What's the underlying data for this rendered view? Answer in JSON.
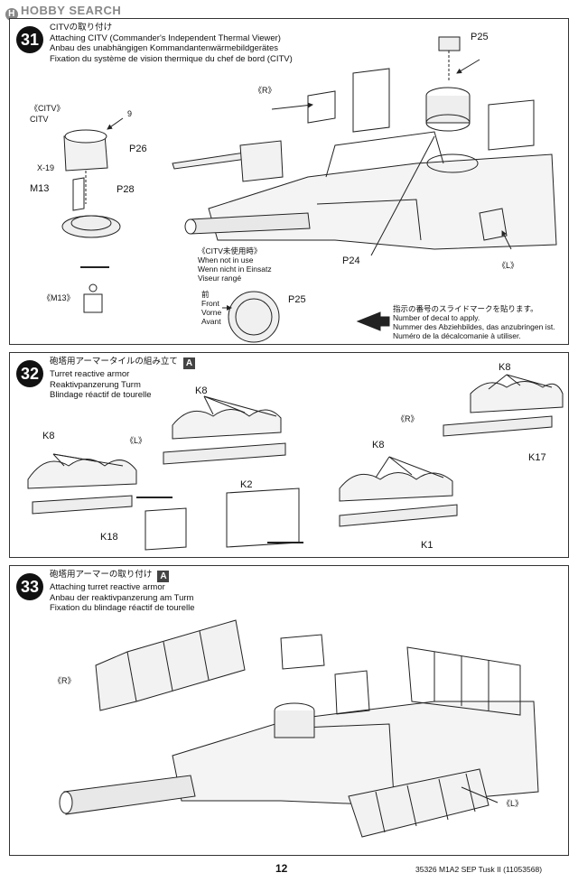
{
  "watermark": {
    "text": "HOBBY SEARCH"
  },
  "steps": [
    {
      "number": "31",
      "titles": [
        "CITVの取り付け",
        "Attaching CITV (Commander's Independent Thermal Viewer)",
        "Anbau des unabhängigen Kommandantenwärmebildgerätes",
        "Fixation du système de vision thermique du chef de bord (CITV)"
      ],
      "labels": {
        "citv_jp": "《CITV》",
        "citv": "CITV",
        "part_9": "9",
        "x19": "X-19",
        "p26": "P26",
        "m13": "M13",
        "p28": "P28",
        "p25_top": "P25",
        "r": "《R》",
        "l": "《L》",
        "p24": "P24",
        "m13_alt": "《M13》",
        "p25_bottom": "P25"
      },
      "not_in_use": [
        "《CITV未使用時》",
        "When not in use",
        "Wenn nicht in Einsatz",
        "Viseur rangé"
      ],
      "front": [
        "前",
        "Front",
        "Vorne",
        "Avant"
      ],
      "decal_note": [
        "指示の番号のスライドマークを貼ります。",
        "Number of decal to apply.",
        "Nummer des Abziehbildes, das anzubringen ist.",
        "Numéro de la décalcomanie à utiliser."
      ]
    },
    {
      "number": "32",
      "titles": [
        "砲塔用アーマータイルの組み立て",
        "Turret reactive armor",
        "Reaktivpanzerung Turm",
        "Blindage réactif de tourelle"
      ],
      "badge": "A",
      "labels": {
        "k8_left": "K8",
        "l": "《L》",
        "k18": "K18",
        "k8_mid": "K8",
        "k2": "K2",
        "r": "《R》",
        "k8_right": "K8",
        "k17": "K17",
        "k8_low": "K8",
        "k1": "K1"
      }
    },
    {
      "number": "33",
      "titles": [
        "砲塔用アーマーの取り付け",
        "Attaching turret reactive armor",
        "Anbau der reaktivpanzerung am Turm",
        "Fixation du blindage réactif de tourelle"
      ],
      "badge": "A",
      "labels": {
        "r": "《R》",
        "l": "《L》"
      }
    }
  ],
  "footer": {
    "page": "12",
    "id": "35326  M1A2 SEP Tusk II (11053568)"
  }
}
